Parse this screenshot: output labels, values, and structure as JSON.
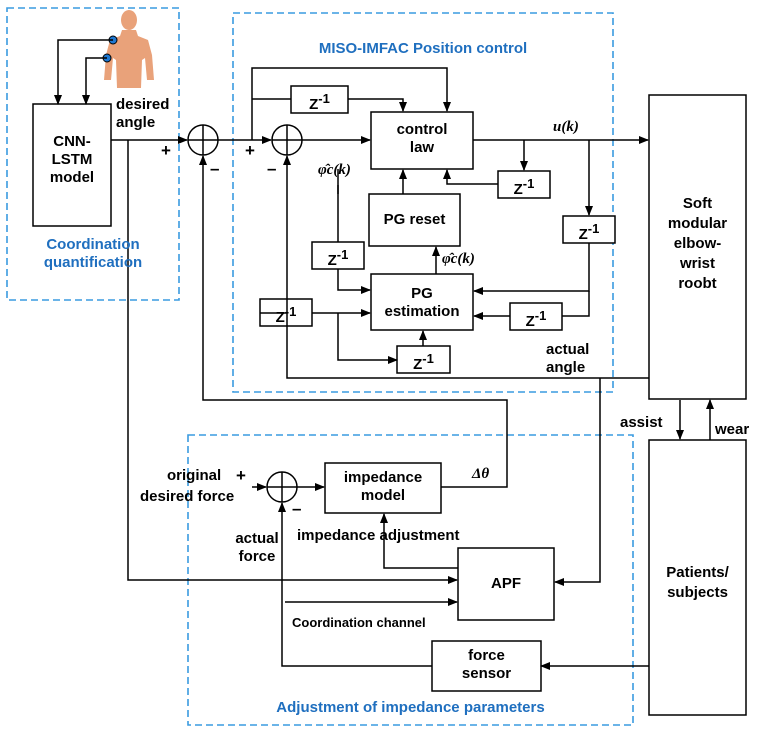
{
  "panels": {
    "coordination_title": [
      "Coordination",
      "quantification"
    ],
    "miso_title": "MISO-IMFAC Position control",
    "impedance_title": "Adjustment of impedance parameters"
  },
  "blocks": {
    "cnn_lstm": [
      "CNN-",
      "LSTM",
      "model"
    ],
    "control_law": [
      "control",
      "law"
    ],
    "pg_reset": "PG reset",
    "pg_estimation": [
      "PG",
      "estimation"
    ],
    "delay": "Z",
    "delay_exp": "-1",
    "robot": [
      "Soft",
      "modular",
      "elbow-",
      "wrist",
      "roobt"
    ],
    "patients": [
      "Patients/",
      "subjects"
    ],
    "impedance_model": [
      "impedance",
      "model"
    ],
    "apf": "APF",
    "force_sensor": [
      "force",
      "sensor"
    ]
  },
  "signals": {
    "desired_angle": [
      "desired",
      "angle"
    ],
    "u_k": "u(k)",
    "phi_hat_k_upper": "φ̂c(k)",
    "phi_hat_k_lower": "φ̂c(k)",
    "actual_angle": [
      "actual",
      "angle"
    ],
    "assist": "assist",
    "wear": "wear",
    "original_desired_force": [
      "original",
      "desired force"
    ],
    "actual_force": [
      "actual",
      "force"
    ],
    "delta_theta": "Δθ",
    "impedance_adjustment": "impedance adjustment",
    "coordination_channel": "Coordination channel",
    "plus": "+",
    "minus": "–"
  },
  "colors": {
    "panel_border": "#3a9be0",
    "panel_title": "#1f6fbf",
    "skin": "#e9a27a",
    "sensor_dot": "#1f78d1"
  }
}
